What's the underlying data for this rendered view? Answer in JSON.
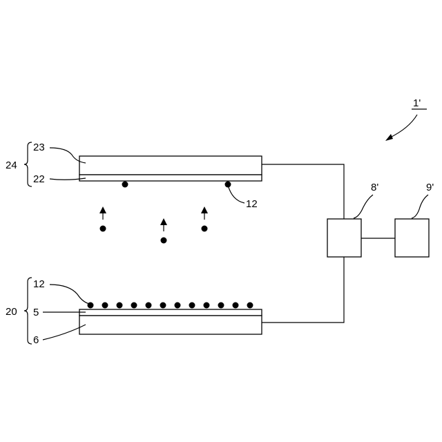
{
  "labels": {
    "ref_1": "1'",
    "ref_24": "24",
    "ref_23": "23",
    "ref_22": "22",
    "ref_12_top": "12",
    "ref_8": "8'",
    "ref_9": "9'",
    "ref_12_bottom": "12",
    "ref_20": "20",
    "ref_5": "5",
    "ref_6": "6"
  },
  "colors": {
    "line": "#000000",
    "background": "#ffffff"
  },
  "counts": {
    "top_particles": 2,
    "floating_particles": 3,
    "bottom_particles": 12
  }
}
